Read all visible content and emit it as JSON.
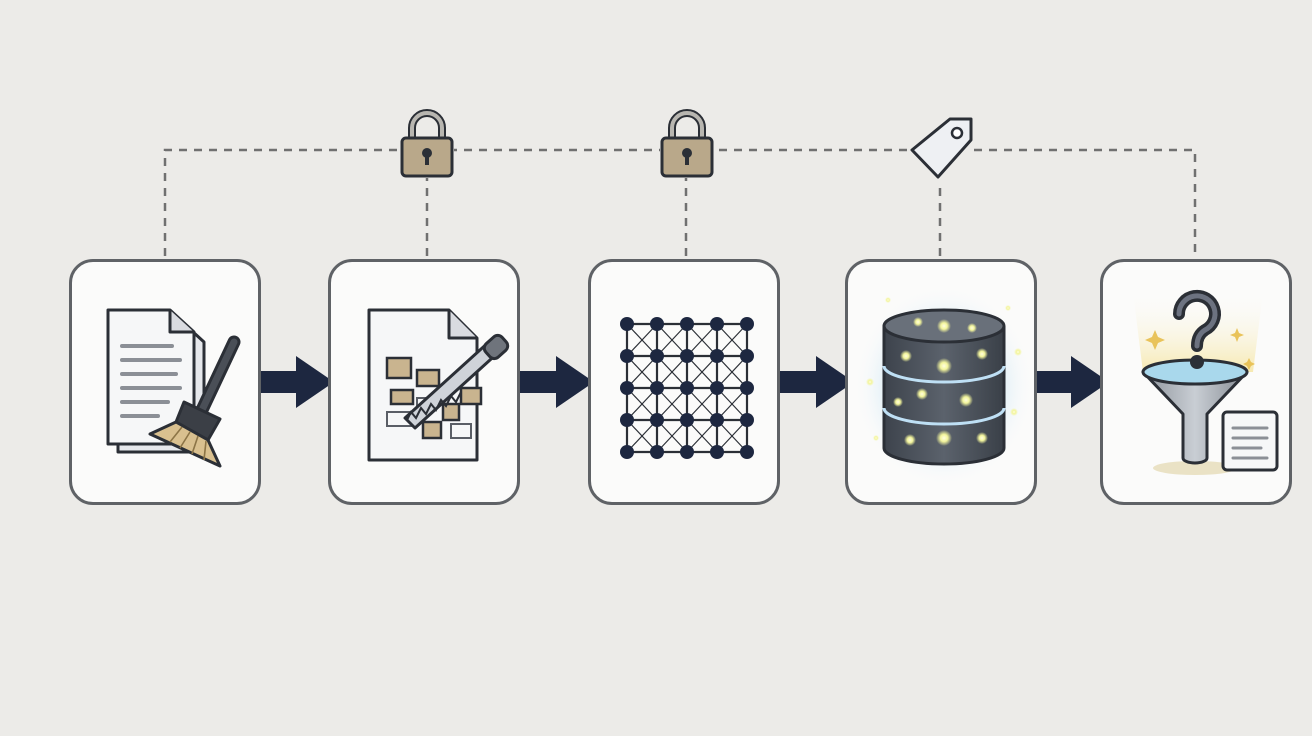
{
  "diagram": {
    "theme": {
      "background": "#ecebe8",
      "card_border": "#5f6266",
      "arrow": "#1d2740",
      "connector": "#707070",
      "lock_body": "#b9a88a",
      "tag_fill": "#eef0f3",
      "glow": "#f3f59c"
    },
    "stages": [
      {
        "id": "cleaning",
        "icon": "document-broom-icon"
      },
      {
        "id": "chunking",
        "icon": "document-saw-icon"
      },
      {
        "id": "embedding",
        "icon": "node-grid-icon"
      },
      {
        "id": "vector-store",
        "icon": "glowing-database-icon"
      },
      {
        "id": "query-retrieval",
        "icon": "query-funnel-icon"
      }
    ],
    "flow_arrows": 4,
    "connector_markers": [
      "lock-icon",
      "lock-icon",
      "tag-icon"
    ]
  }
}
